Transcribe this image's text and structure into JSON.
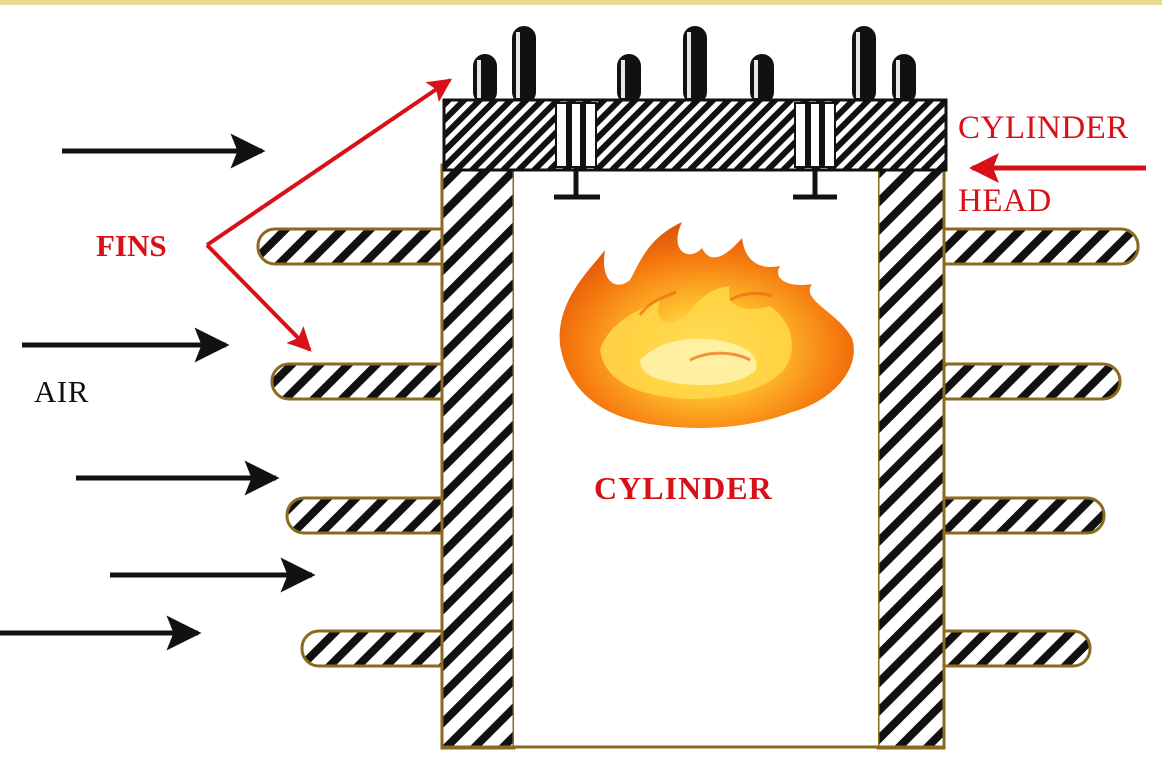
{
  "labels": {
    "fins": "FINS",
    "air": "AIR",
    "cylinder": "CYLINDER",
    "cylinder_head_line1": "CYLINDER",
    "cylinder_head_line2": "HEAD"
  },
  "colors": {
    "label_red": "#d81018",
    "arrow_black": "#111111",
    "outline": "#8a6a1e",
    "hatch": "#111111",
    "flame_core": "#ffd23a",
    "flame_outer": "#f27a0c"
  },
  "icons": {
    "air_arrows": "arrow-right",
    "pointer_arrows": "arrow",
    "combustion": "flame-icon"
  }
}
